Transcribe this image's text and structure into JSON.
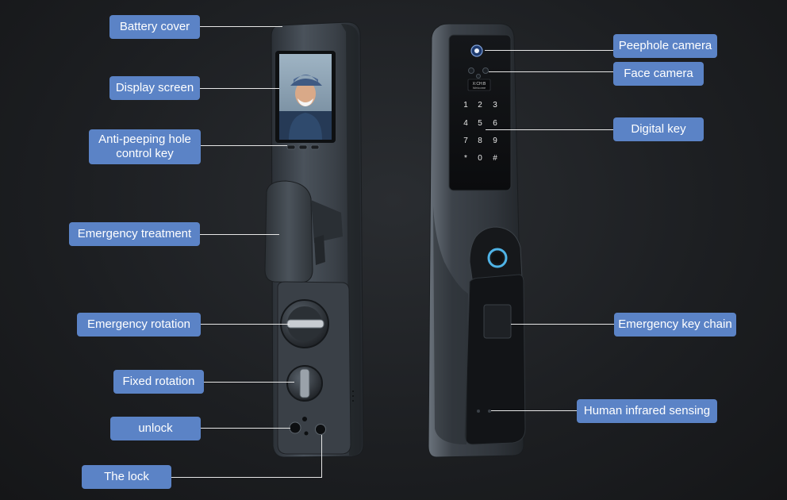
{
  "labels": {
    "battery_cover": "Battery cover",
    "display_screen": "Display screen",
    "anti_peeping_key": "Anti-peeping hole control key",
    "emergency_treatment": "Emergency treatment",
    "emergency_rotation": "Emergency rotation",
    "fixed_rotation": "Fixed rotation",
    "unlock": "unlock",
    "the_lock": "The lock",
    "peephole_camera": "Peephole camera",
    "face_camera": "Face camera",
    "digital_key": "Digital key",
    "emergency_key_chain": "Emergency key chain",
    "human_infrared_sensing": "Human infrared sensing"
  },
  "keypad": {
    "keys": [
      "1",
      "2",
      "3",
      "4",
      "5",
      "6",
      "7",
      "8",
      "9",
      "*",
      "0",
      "#"
    ]
  },
  "screen_text": {
    "line1": "X:CH:B",
    "line2": "Welcome"
  },
  "colors": {
    "label_bg": "#5b83c6",
    "label_text": "#ffffff",
    "leader": "#e6e6e6",
    "background": "#1c1e21",
    "fingerprint_ring": "#4fb3e6"
  },
  "icons": {
    "fingerprint": "fingerprint-ring-icon",
    "lock": "padlock-icon",
    "doorbell": "bell-icon"
  }
}
